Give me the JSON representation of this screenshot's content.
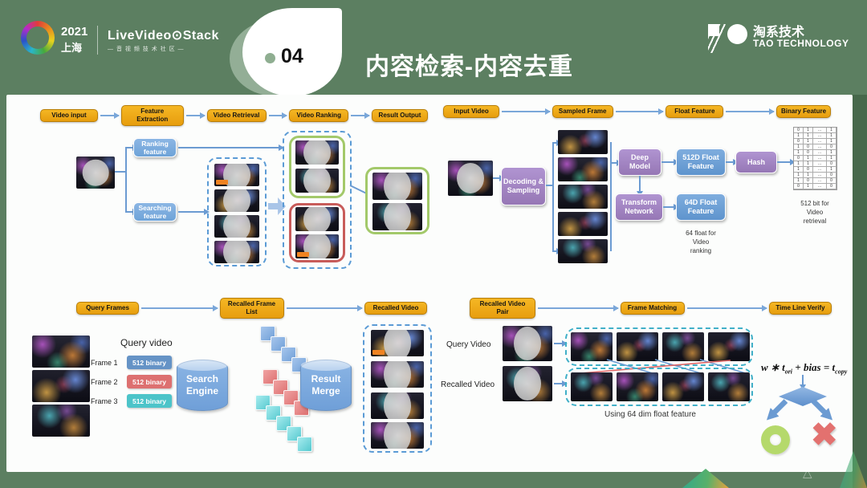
{
  "header": {
    "event_year": "2021",
    "event_city": "上海",
    "lvs_name": "LiveVideo⊙Stack",
    "lvs_tagline": "— 音 视 频 技 术 社 区 —",
    "slide_number": "04",
    "title": "内容检索-内容去重",
    "brand_cn": "淘系技术",
    "brand_en": "TAO TECHNOLOGY"
  },
  "colors": {
    "slide_bg": "#5c7f61",
    "panel_bg": "#fcfdfc",
    "flow_box": "#eda815",
    "purple_box": "#9677b5",
    "blue_box": "#6ea3d8",
    "chip_blue": "#6593c6",
    "chip_red": "#dd7070",
    "chip_teal": "#4cc4c9",
    "dashed_blue": "#5b9bd5",
    "dashed_teal": "#41b0c8",
    "green_group": "#a3c96a",
    "red_group": "#c85c5a",
    "pass_green": "#b5d96b",
    "fail_red": "#e3716f"
  },
  "retrieval_flow": {
    "steps": [
      "Video input",
      "Feature Extraction",
      "Video Retrieval",
      "Video Ranking",
      "Result Output"
    ],
    "ranking_feature": "Ranking feature",
    "searching_feature": "Searching feature"
  },
  "feature_flow": {
    "steps": [
      "Input Video",
      "Sampled Frame",
      "Float Feature",
      "Binary Feature"
    ],
    "decoding_sampling": "Decoding & Sampling",
    "deep_model": "Deep Model",
    "float_512": "512D Float Feature",
    "hash": "Hash",
    "transform_network": "Transform Network",
    "float_64": "64D Float Feature",
    "caption_64": "64 float for\nVideo\nranking",
    "caption_512": "512 bit for\nVideo\nretrieval",
    "binary_matrix": [
      [
        "0",
        "1",
        "…",
        "1"
      ],
      [
        "1",
        "1",
        "…",
        "1"
      ],
      [
        "0",
        "1",
        "…",
        "1"
      ],
      [
        "1",
        "0",
        "…",
        "0"
      ],
      [
        "1",
        "0",
        "…",
        "1"
      ],
      [
        "0",
        "1",
        "…",
        "1"
      ],
      [
        "1",
        "1",
        "…",
        "0"
      ],
      [
        "1",
        "0",
        "…",
        "1"
      ],
      [
        "1",
        "1",
        "…",
        "0"
      ],
      [
        "1",
        "0",
        "…",
        "0"
      ],
      [
        "0",
        "1",
        "…",
        "0"
      ]
    ]
  },
  "query_flow": {
    "steps": [
      "Query Frames",
      "Recalled Frame List",
      "Recalled Video"
    ],
    "query_video_label": "Query video",
    "frames": [
      {
        "label": "Frame 1",
        "chip": "512 binary"
      },
      {
        "label": "Frame 2",
        "chip": "512 binary"
      },
      {
        "label": "Frame 3",
        "chip": "512 binary"
      }
    ],
    "search_engine": "Search Engine",
    "result_merge": "Result Merge"
  },
  "verify_flow": {
    "steps": [
      "Recalled Video Pair",
      "Frame Matching",
      "Time Line Verify"
    ],
    "query_video_label": "Query Video",
    "recalled_video_label": "Recalled Video",
    "caption": "Using 64 dim float feature",
    "formula": {
      "p1": "w ∗ t",
      "s1": "ori",
      "p2": " + bias = t",
      "s2": "copy"
    }
  }
}
